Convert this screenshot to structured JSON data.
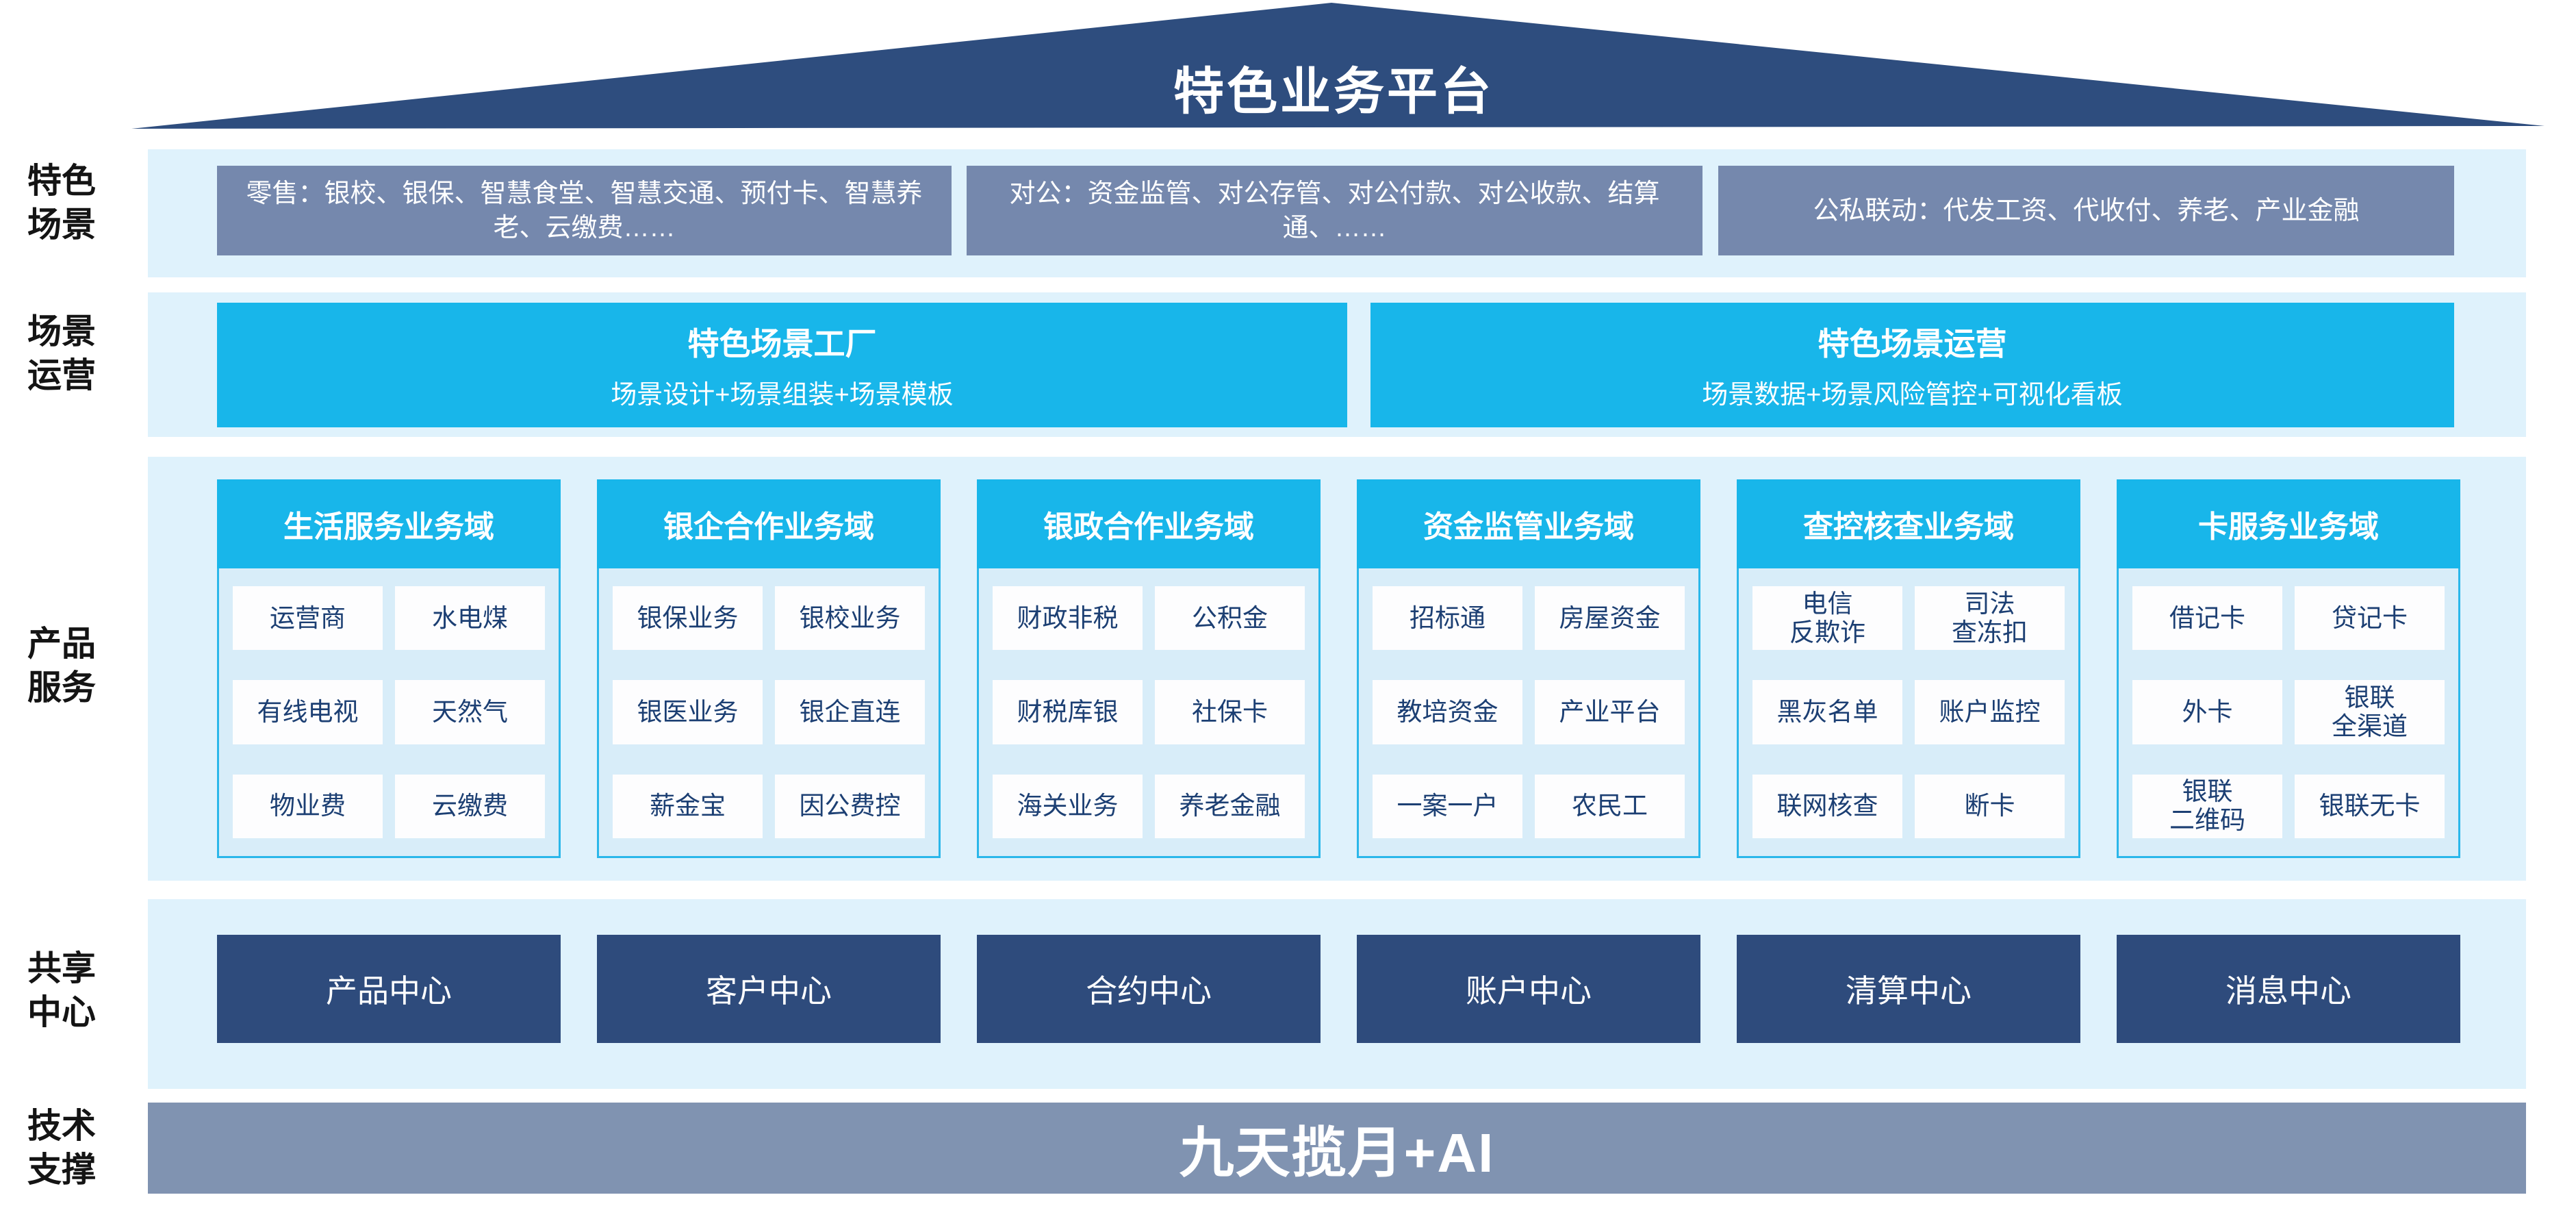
{
  "title": "特色业务平台",
  "side_labels": [
    "特色\n场景",
    "场景\n运营",
    "产品\n服务",
    "共享\n中心",
    "技术\n支撑"
  ],
  "scenario": {
    "boxes": [
      "零售：银校、银保、智慧食堂、智慧交通、预付卡、智慧养老、云缴费……",
      "对公：资金监管、对公存管、对公付款、对公收款、结算通、……",
      "公私联动：代发工资、代收付、养老、产业金融"
    ]
  },
  "operations": [
    {
      "title": "特色场景工厂",
      "subtitle": "场景设计+场景组装+场景模板"
    },
    {
      "title": "特色场景运营",
      "subtitle": "场景数据+场景风险管控+可视化看板"
    }
  ],
  "domains": [
    {
      "title": "生活服务业务域",
      "items": [
        "运营商",
        "水电煤",
        "有线电视",
        "天然气",
        "物业费",
        "云缴费"
      ]
    },
    {
      "title": "银企合作业务域",
      "items": [
        "银保业务",
        "银校业务",
        "银医业务",
        "银企直连",
        "薪金宝",
        "因公费控"
      ]
    },
    {
      "title": "银政合作业务域",
      "items": [
        "财政非税",
        "公积金",
        "财税库银",
        "社保卡",
        "海关业务",
        "养老金融"
      ]
    },
    {
      "title": "资金监管业务域",
      "items": [
        "招标通",
        "房屋资金",
        "教培资金",
        "产业平台",
        "一案一户",
        "农民工"
      ]
    },
    {
      "title": "查控核查业务域",
      "items": [
        "电信\n反欺诈",
        "司法\n查冻扣",
        "黑灰名单",
        "账户监控",
        "联网核查",
        "断卡"
      ]
    },
    {
      "title": "卡服务业务域",
      "items": [
        "借记卡",
        "贷记卡",
        "外卡",
        "银联\n全渠道",
        "银联\n二维码",
        "银联无卡"
      ]
    }
  ],
  "centers": [
    "产品中心",
    "客户中心",
    "合约中心",
    "账户中心",
    "清算中心",
    "消息中心"
  ],
  "tech": {
    "label": "九天揽月+AI"
  },
  "colors": {
    "roof_navy": "#2e4d7e",
    "band_bg": "#dff2fc",
    "gray_box_bg": "#7588ad",
    "cyan": "#18b6ea",
    "panel_bg": "#d8edf9",
    "panel_border": "#2ab7ea",
    "item_bg": "#fdfdfe",
    "item_text": "#1c3f73",
    "center_box_bg": "#2e4b7c",
    "tech_bar_bg": "#8093b1",
    "label_text": "#141414"
  }
}
